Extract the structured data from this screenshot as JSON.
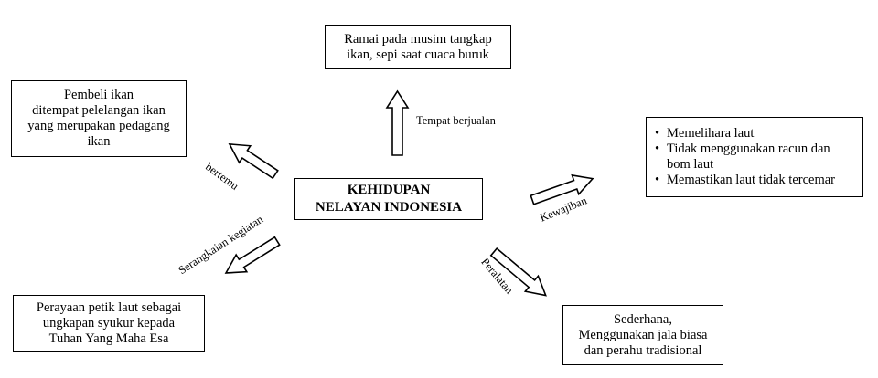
{
  "center": {
    "line1": "KEHIDUPAN",
    "line2": "NELAYAN INDONESIA"
  },
  "top_box": {
    "line1": "Ramai pada musim tangkap",
    "line2": "ikan, sepi saat cuaca buruk"
  },
  "left_top_box": {
    "line1": "Pembeli ikan",
    "line2": "ditempat pelelangan ikan",
    "line3": "yang merupakan pedagang",
    "line4": "ikan"
  },
  "right_box": {
    "items": [
      "Memelihara laut",
      "Tidak menggunakan racun dan bom laut",
      "Memastikan laut tidak tercemar"
    ]
  },
  "left_bottom_box": {
    "line1": "Perayaan petik laut sebagai",
    "line2": "ungkapan syukur kepada",
    "line3": "Tuhan Yang Maha Esa"
  },
  "right_bottom_box": {
    "line1": "Sederhana,",
    "line2": "Menggunakan jala biasa",
    "line3": "dan perahu tradisional"
  },
  "labels": {
    "tempat": "Tempat berjualan",
    "bertemu": "bertemu",
    "kewajiban": "Kewajiban",
    "serangkaian": "Serangkaian kegiatan",
    "peralatan": "Peralatan"
  }
}
